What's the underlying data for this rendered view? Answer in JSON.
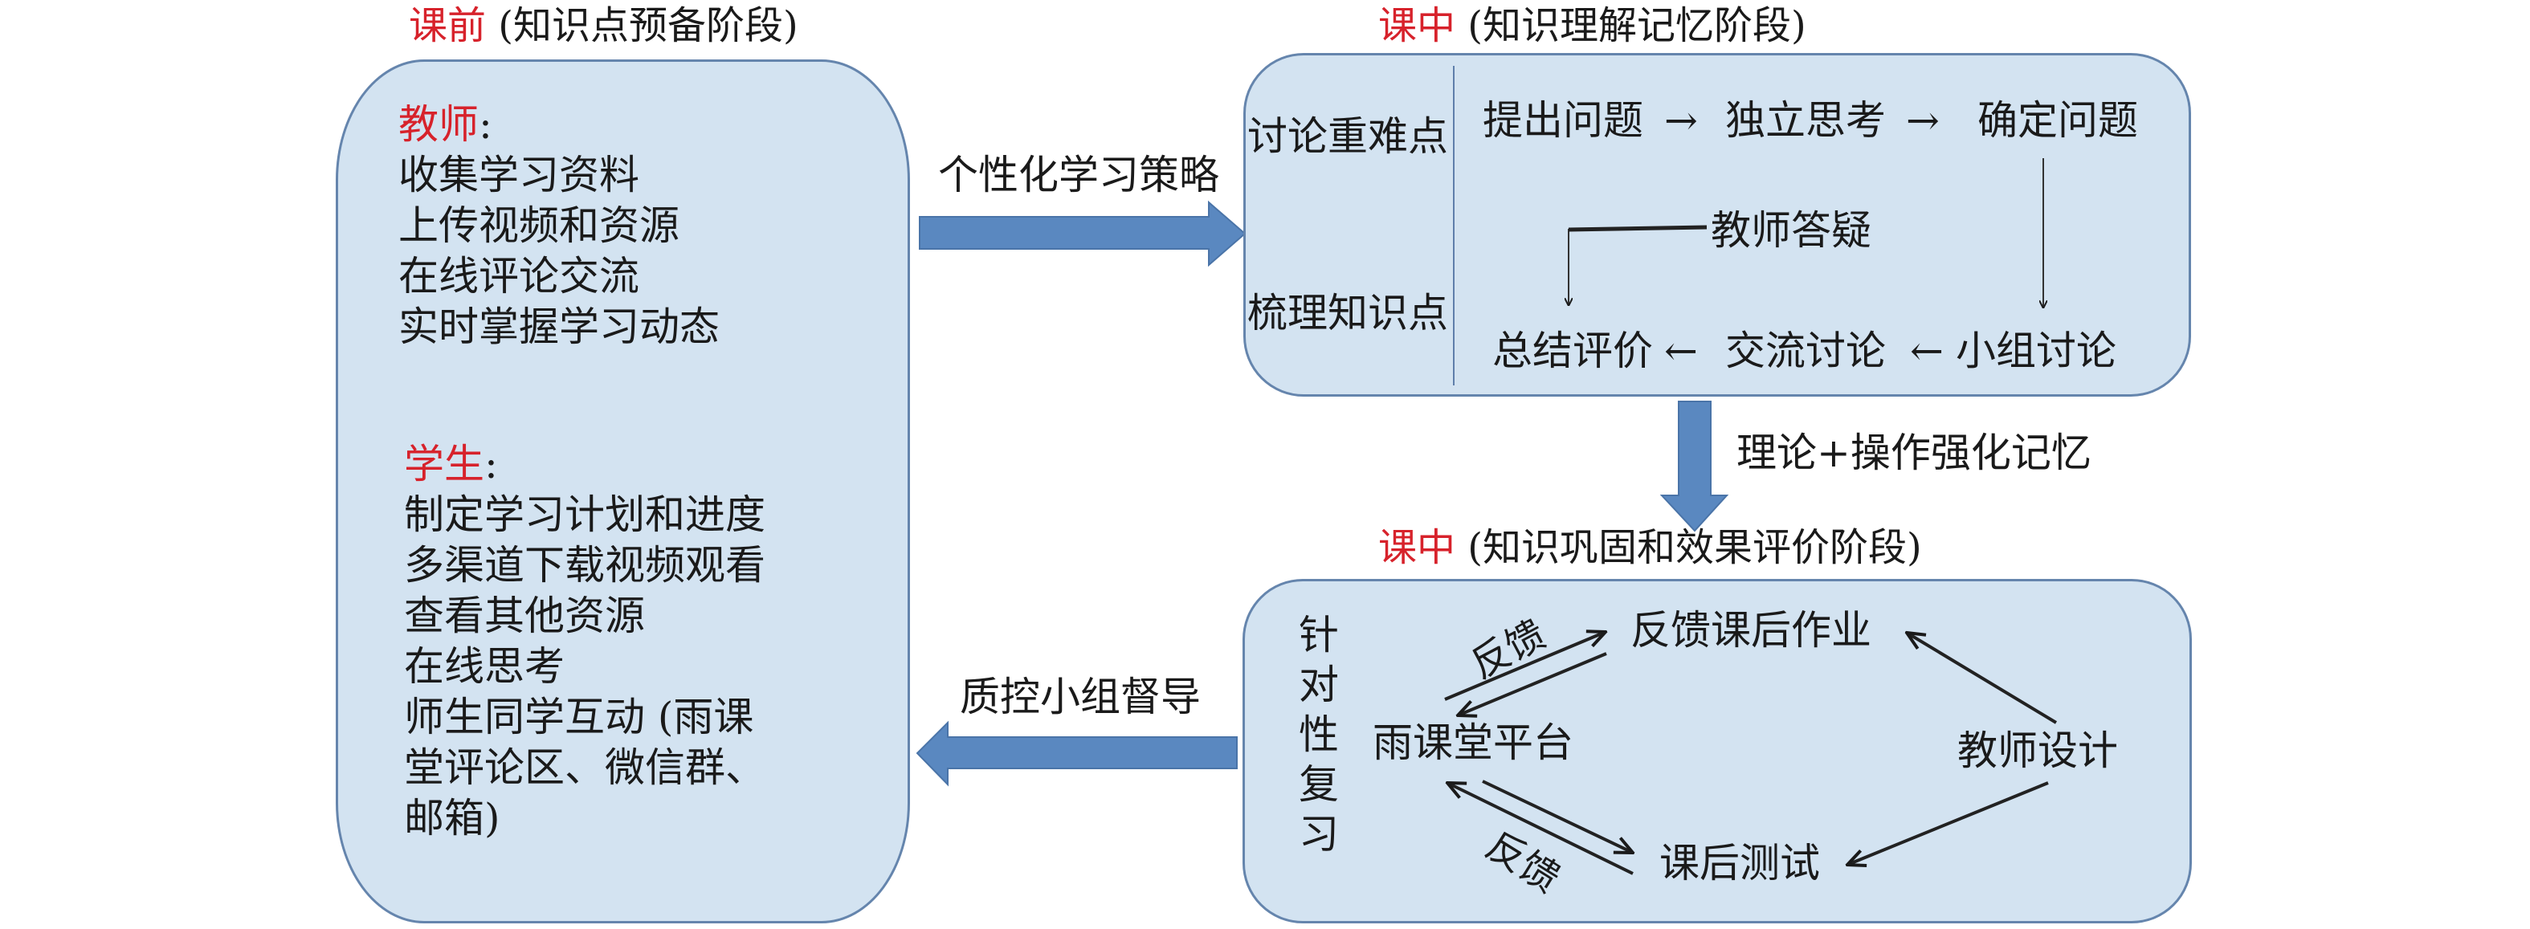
{
  "colors": {
    "box_fill": "#d3e3f1",
    "box_border": "#6585ad",
    "block_arrow": "#5a88c0",
    "highlight_red": "#d7222b",
    "text": "#1a1a1a"
  },
  "pre_class": {
    "title_highlight": "课前",
    "title_rest": " (知识点预备阶段)",
    "teacher": {
      "label": "教师",
      "colon": ":",
      "items": [
        "收集学习资料",
        "上传视频和资源",
        "在线评论交流",
        "实时掌握学习动态"
      ]
    },
    "student": {
      "label": "学生",
      "colon": ":",
      "items": [
        "制定学习计划和进度",
        "多渠道下载视频观看",
        "查看其他资源",
        "在线思考",
        "师生同学互动 (雨课",
        "堂评论区、微信群、",
        "邮箱)"
      ]
    }
  },
  "connectors": {
    "to_in_class": "个性化学习策略",
    "to_consolidation": "理论+操作强化记忆",
    "back_to_pre_class": "质控小组督导"
  },
  "in_class_understanding": {
    "title_highlight": "课中",
    "title_rest": " (知识理解记忆阶段)",
    "side_labels": [
      "讨论重难点",
      "梳理知识点"
    ],
    "top_row": [
      "提出问题",
      "独立思考",
      "确定问题"
    ],
    "teacher_answer": "教师答疑",
    "bottom_row": [
      "总结评价",
      "交流讨论",
      "小组讨论"
    ],
    "arrow_right": "→",
    "arrow_left": "←"
  },
  "in_class_consolidation": {
    "title_highlight": "课中",
    "title_rest": " (知识巩固和效果评价阶段)",
    "side_label_chars": [
      "针",
      "对",
      "性",
      "复",
      "习"
    ],
    "nodes": {
      "platform": "雨课堂平台",
      "homework": "反馈课后作业",
      "test": "课后测试",
      "teacher_design": "教师设计"
    },
    "feedback_labels": [
      "反馈",
      "反馈"
    ]
  }
}
